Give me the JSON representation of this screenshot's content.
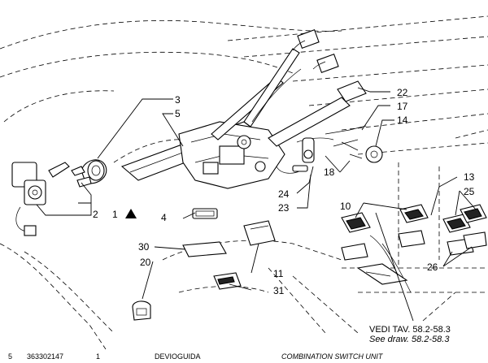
{
  "callouts": [
    {
      "id": "c1",
      "text": "1"
    },
    {
      "id": "c2",
      "text": "2"
    },
    {
      "id": "c3",
      "text": "3"
    },
    {
      "id": "c4",
      "text": "4"
    },
    {
      "id": "c5",
      "text": "5"
    },
    {
      "id": "c10",
      "text": "10"
    },
    {
      "id": "c11",
      "text": "11"
    },
    {
      "id": "c13",
      "text": "13"
    },
    {
      "id": "c14",
      "text": "14"
    },
    {
      "id": "c17",
      "text": "17"
    },
    {
      "id": "c18",
      "text": "18"
    },
    {
      "id": "c20",
      "text": "20"
    },
    {
      "id": "c22",
      "text": "22"
    },
    {
      "id": "c23",
      "text": "23"
    },
    {
      "id": "c24",
      "text": "24"
    },
    {
      "id": "c25",
      "text": "25"
    },
    {
      "id": "c26",
      "text": "26"
    },
    {
      "id": "c30",
      "text": "30"
    },
    {
      "id": "c31",
      "text": "31"
    }
  ],
  "reference": {
    "line1": "VEDI TAV. 58.2-58.3",
    "line2": "See draw. 58.2-58.3"
  },
  "footer": {
    "page": "5",
    "code": "363302147",
    "rev": "1",
    "group_it": "DEVIOGUIDA",
    "group_en": "COMBINATION SWITCH UNIT"
  }
}
